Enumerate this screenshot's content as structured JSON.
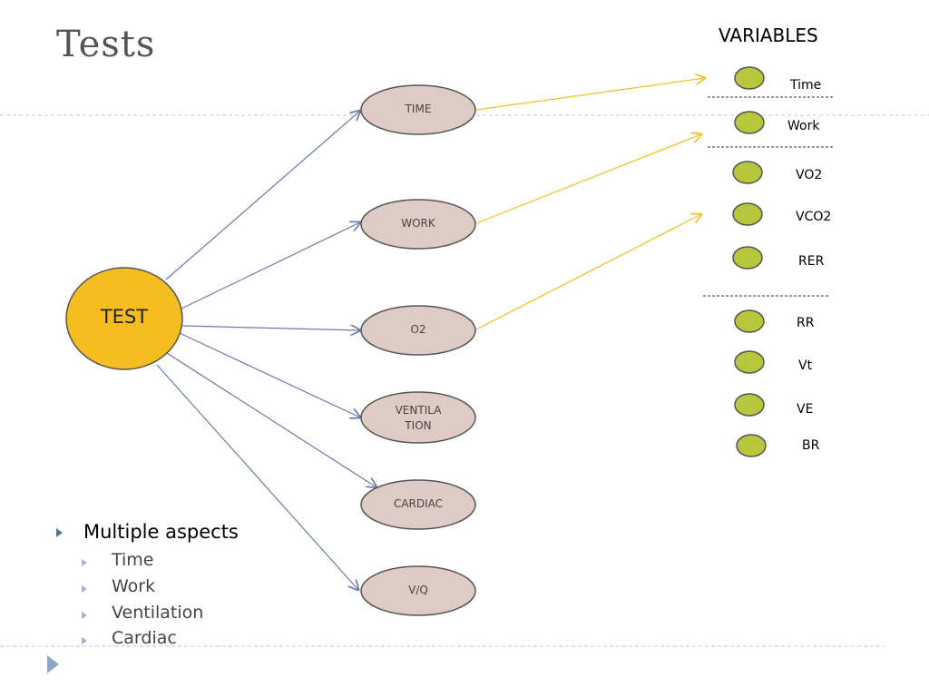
{
  "title": "Tests",
  "variables_heading": "VARIABLES",
  "center": "TEST",
  "categories": [
    "TIME",
    "WORK",
    "O2",
    "VENTILA\nTION",
    "CARDIAC",
    "V/Q"
  ],
  "variables": [
    "Time",
    "Work",
    "VO2",
    "VCO2",
    "RER",
    "RR",
    "Vt",
    "VE",
    "BR"
  ],
  "links_to_variables": [
    {
      "from": "TIME",
      "to": "Time"
    },
    {
      "from": "WORK",
      "to": "Work"
    },
    {
      "from": "O2",
      "to": "VCO2"
    }
  ],
  "bullets": {
    "main": "Multiple aspects",
    "items": [
      "Time",
      "Work",
      "Ventilation",
      "Cardiac"
    ]
  },
  "colors": {
    "center_fill": "#f5bd1f",
    "category_fill": "#dfcbc5",
    "variable_fill": "#b7c63b",
    "blue_arrow": "#6a7aa5",
    "yellow_arrow": "#f5bd1f"
  }
}
